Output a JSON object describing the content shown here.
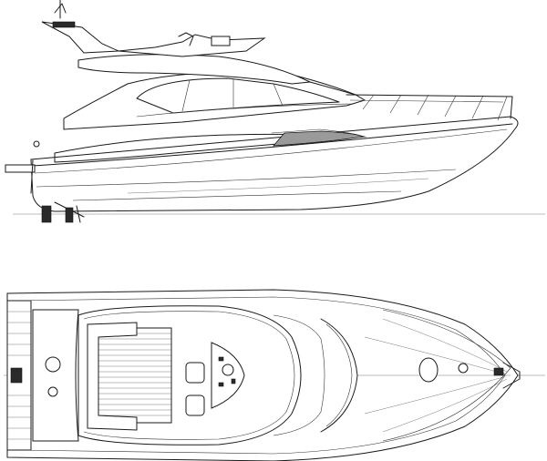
{
  "drawing": {
    "views": [
      {
        "id": "profile",
        "kind": "side elevation"
      },
      {
        "id": "plan",
        "kind": "top view"
      }
    ],
    "colors": {
      "line": "#1a1a1a",
      "background": "#ffffff",
      "glass_fill": "#9a9a9a",
      "teak_hatch": "#555555"
    }
  }
}
